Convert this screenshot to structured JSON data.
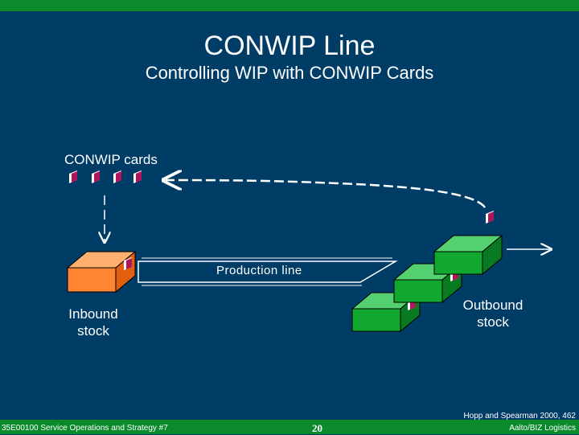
{
  "slide": {
    "title": "CONWIP Line",
    "subtitle": "Controlling WIP with CONWIP Cards"
  },
  "diagram": {
    "cards_label": "CONWIP cards",
    "production_line_label": "Production line",
    "inbound_label_line1": "Inbound",
    "inbound_label_line2": "stock",
    "outbound_label_line1": "Outbound",
    "outbound_label_line2": "stock",
    "card_count_waiting": 4,
    "colors": {
      "background": "#003d66",
      "band": "#0a8a2a",
      "inbound_box": "#ff8533",
      "wip_box": "#11a830",
      "card": "#b0145a"
    }
  },
  "footer": {
    "course": "35E00100 Service Operations and Strategy #7",
    "page": "20",
    "citation_line1": "Hopp and Spearman 2000, 462",
    "citation_line2": "Aalto/BIZ Logistics"
  }
}
